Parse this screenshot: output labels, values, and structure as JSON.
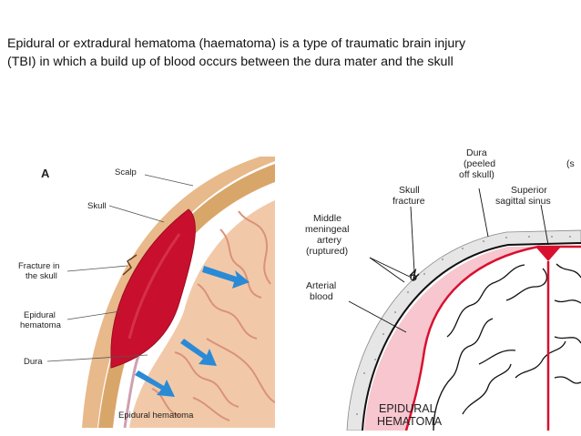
{
  "caption": {
    "line1": "Epidural or extradural hematoma (haematoma) is a type of traumatic brain injury",
    "line2": "(TBI) in which a build up of blood occurs between the dura mater  and the skull"
  },
  "left_figure": {
    "panel_letter": "A",
    "labels": {
      "scalp": "Scalp",
      "skull": "Skull",
      "fracture_line1": "Fracture in",
      "fracture_line2": "the skull",
      "epidural_line1": "Epidural",
      "epidural_line2": "hematoma",
      "dura": "Dura",
      "bottom_caption": "Epidural hematoma"
    }
  },
  "right_figure": {
    "labels": {
      "dura_line1": "Dura",
      "dura_line2": "(peeled",
      "dura_line3": "off skull)",
      "cut_s": "(s",
      "skull_fracture_line1": "Skull",
      "skull_fracture_line2": "fracture",
      "superior_line1": "Superior",
      "superior_line2": "sagittal sinus",
      "middle_line1": "Middle",
      "middle_line2": "meningeal",
      "middle_line3": "artery",
      "middle_line4": "(ruptured)",
      "arterial_line1": "Arterial",
      "arterial_line2": "blood",
      "bottom_line1": "EPIDURAL",
      "bottom_line2": "HEMATOMA"
    }
  },
  "colors": {
    "blood": "#c8102e",
    "skull": "#d9a66a",
    "brain": "#f2c9a8",
    "arrow": "#2a8ad6",
    "pink_fill": "#f7c6cf"
  }
}
